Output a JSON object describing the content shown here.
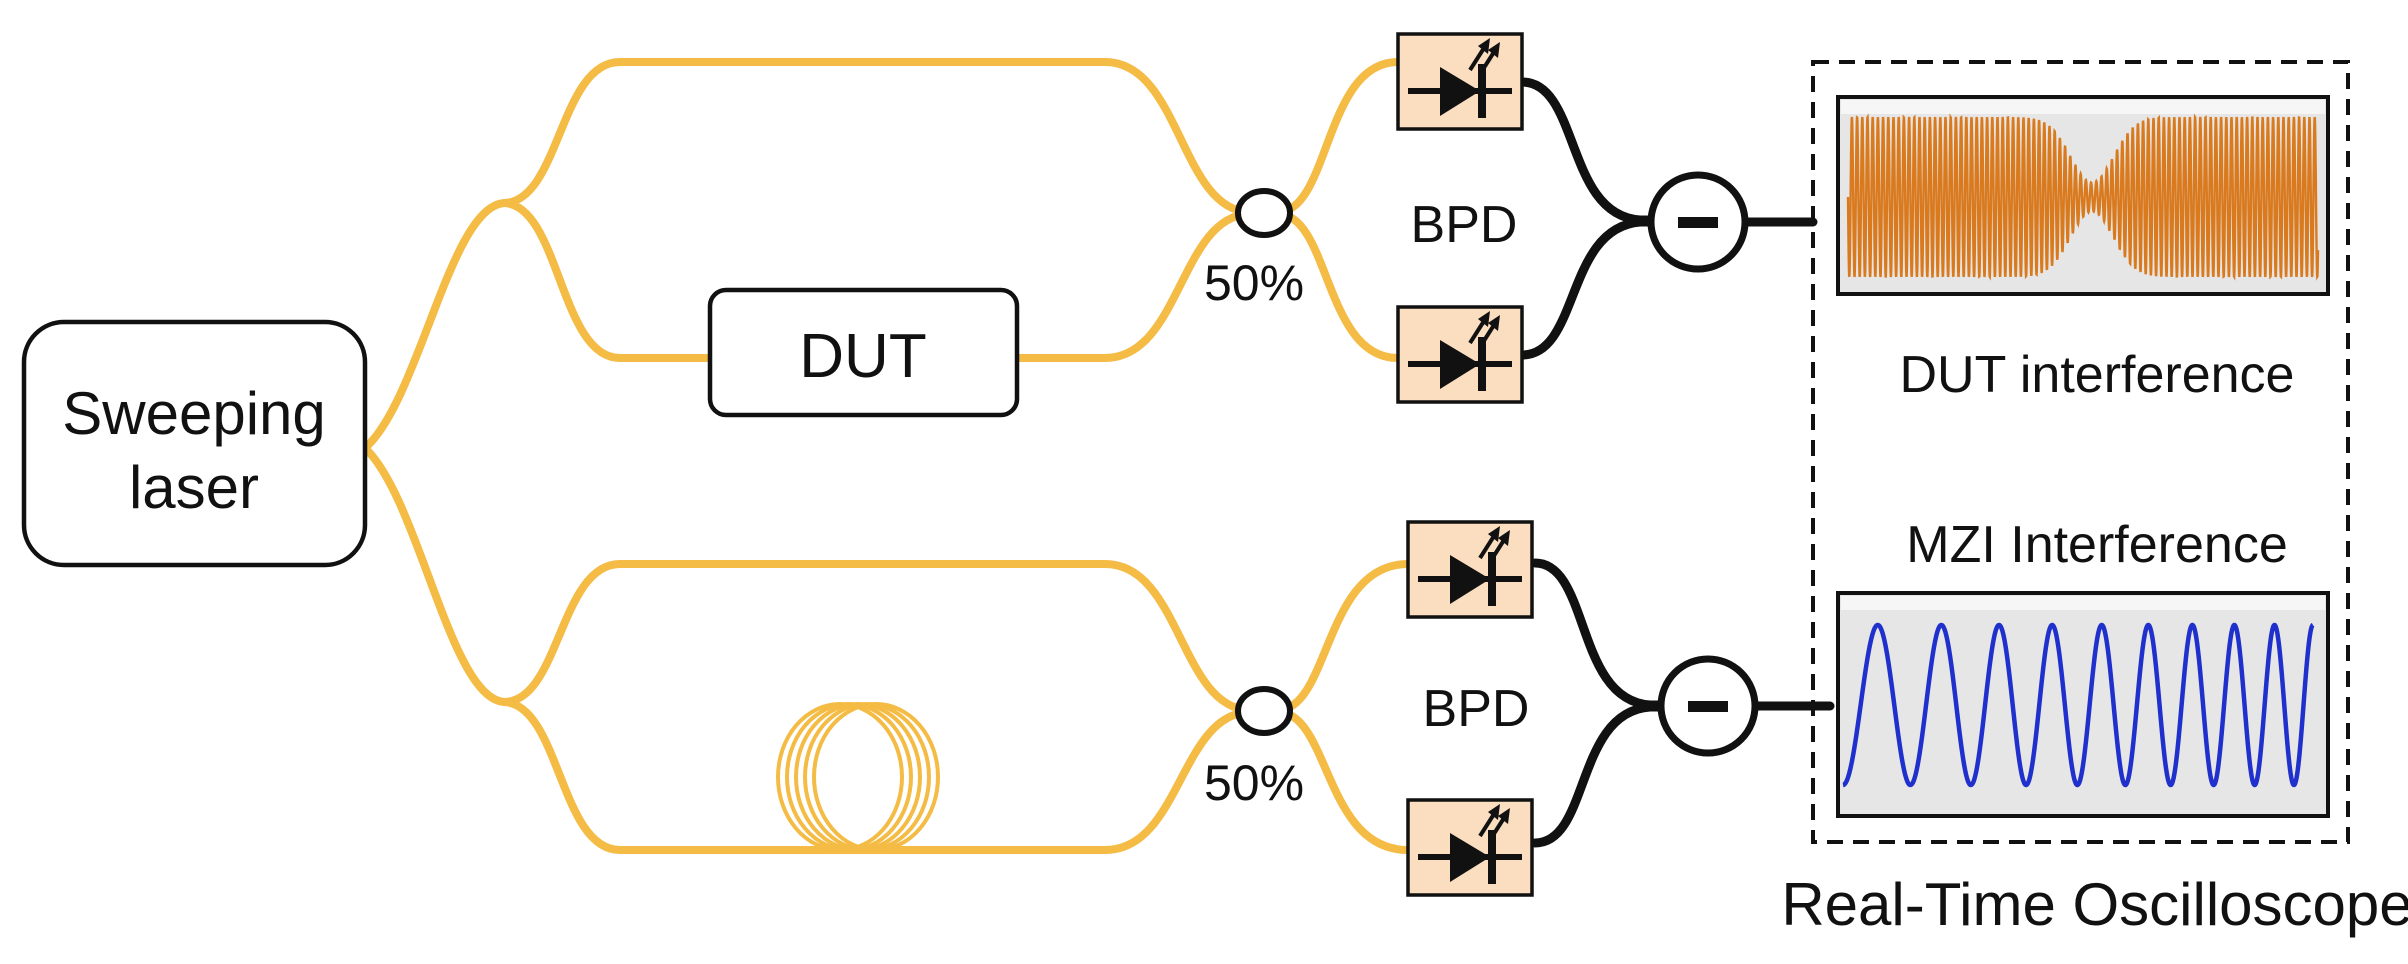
{
  "colors": {
    "fiber": "#F4BB45",
    "photodiode_fill": "#FBDDBF",
    "dut_trace": "#D97A1E",
    "mzi_trace": "#2030CC",
    "screen_bg": "#E6E6E6"
  },
  "labels": {
    "laser_line1": "Sweeping",
    "laser_line2": "laser",
    "dut": "DUT",
    "coupler_top": "50%",
    "coupler_bottom": "50%",
    "bpd_top": "BPD",
    "bpd_bottom": "BPD",
    "dut_interference": "DUT interference",
    "mzi_interference": "MZI Interference",
    "oscilloscope": "Real-Time Oscilloscope"
  },
  "icons": {
    "photodiode": "photodiode-icon",
    "subtractor": "minus-circle-icon",
    "fiber_coil": "fiber-coil-icon"
  },
  "mzi_trace": {
    "cycles": 9.5
  }
}
